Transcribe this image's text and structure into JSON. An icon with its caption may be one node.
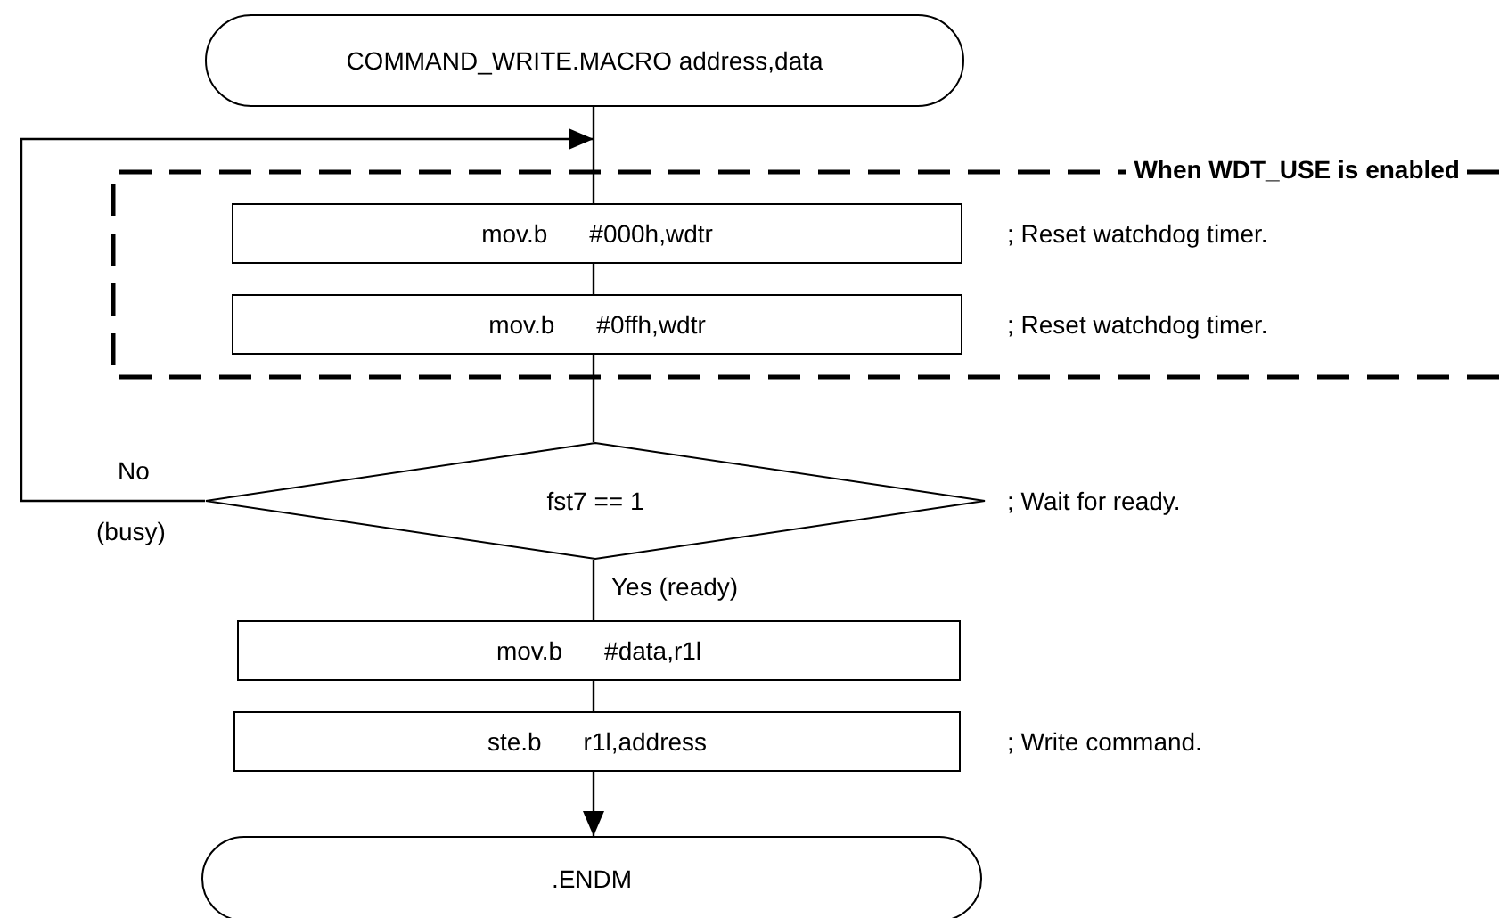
{
  "diagram": {
    "nodes": [
      {
        "text": [
          "COMMAND_WRITE.MACRO address,data"
        ]
      },
      {
        "text": [
          "When WDT_USE is enabled"
        ]
      },
      {
        "text": [
          "mov.b #000h,wdtr"
        ],
        "in": 1,
        "beside": [
          "; Reset watchdog timer."
        ]
      },
      {
        "text": [
          "mov.b #0ffh,wdtr"
        ],
        "in": 1,
        "beside": [
          "; Reset watchdog timer."
        ]
      },
      {
        "text": [
          "fst7 == 1"
        ],
        "beside": [
          "; Wait for ready."
        ]
      },
      {
        "text": [
          "mov.b #data,r1l"
        ]
      },
      {
        "text": [
          "ste.b r1l,address"
        ],
        "beside": [
          "; Write command."
        ]
      },
      {
        "text": [
          ".ENDM"
        ]
      }
    ],
    "edges": [
      {
        "from": 0,
        "to": 2,
        "arrow": "none"
      },
      {
        "from": 2,
        "to": 3,
        "arrow": "none"
      },
      {
        "from": 3,
        "to": 4,
        "arrow": "none"
      },
      {
        "from": 4,
        "to": 1,
        "arrow": "to",
        "label": "No"
      },
      {
        "from": 4,
        "to": 5,
        "arrow": "none",
        "label": "Yes (ready)"
      },
      {
        "from": 5,
        "to": 6,
        "arrow": "none"
      },
      {
        "from": 6,
        "to": 7,
        "arrow": "to"
      }
    ],
    "labels": [
      "(busy)"
    ]
  }
}
